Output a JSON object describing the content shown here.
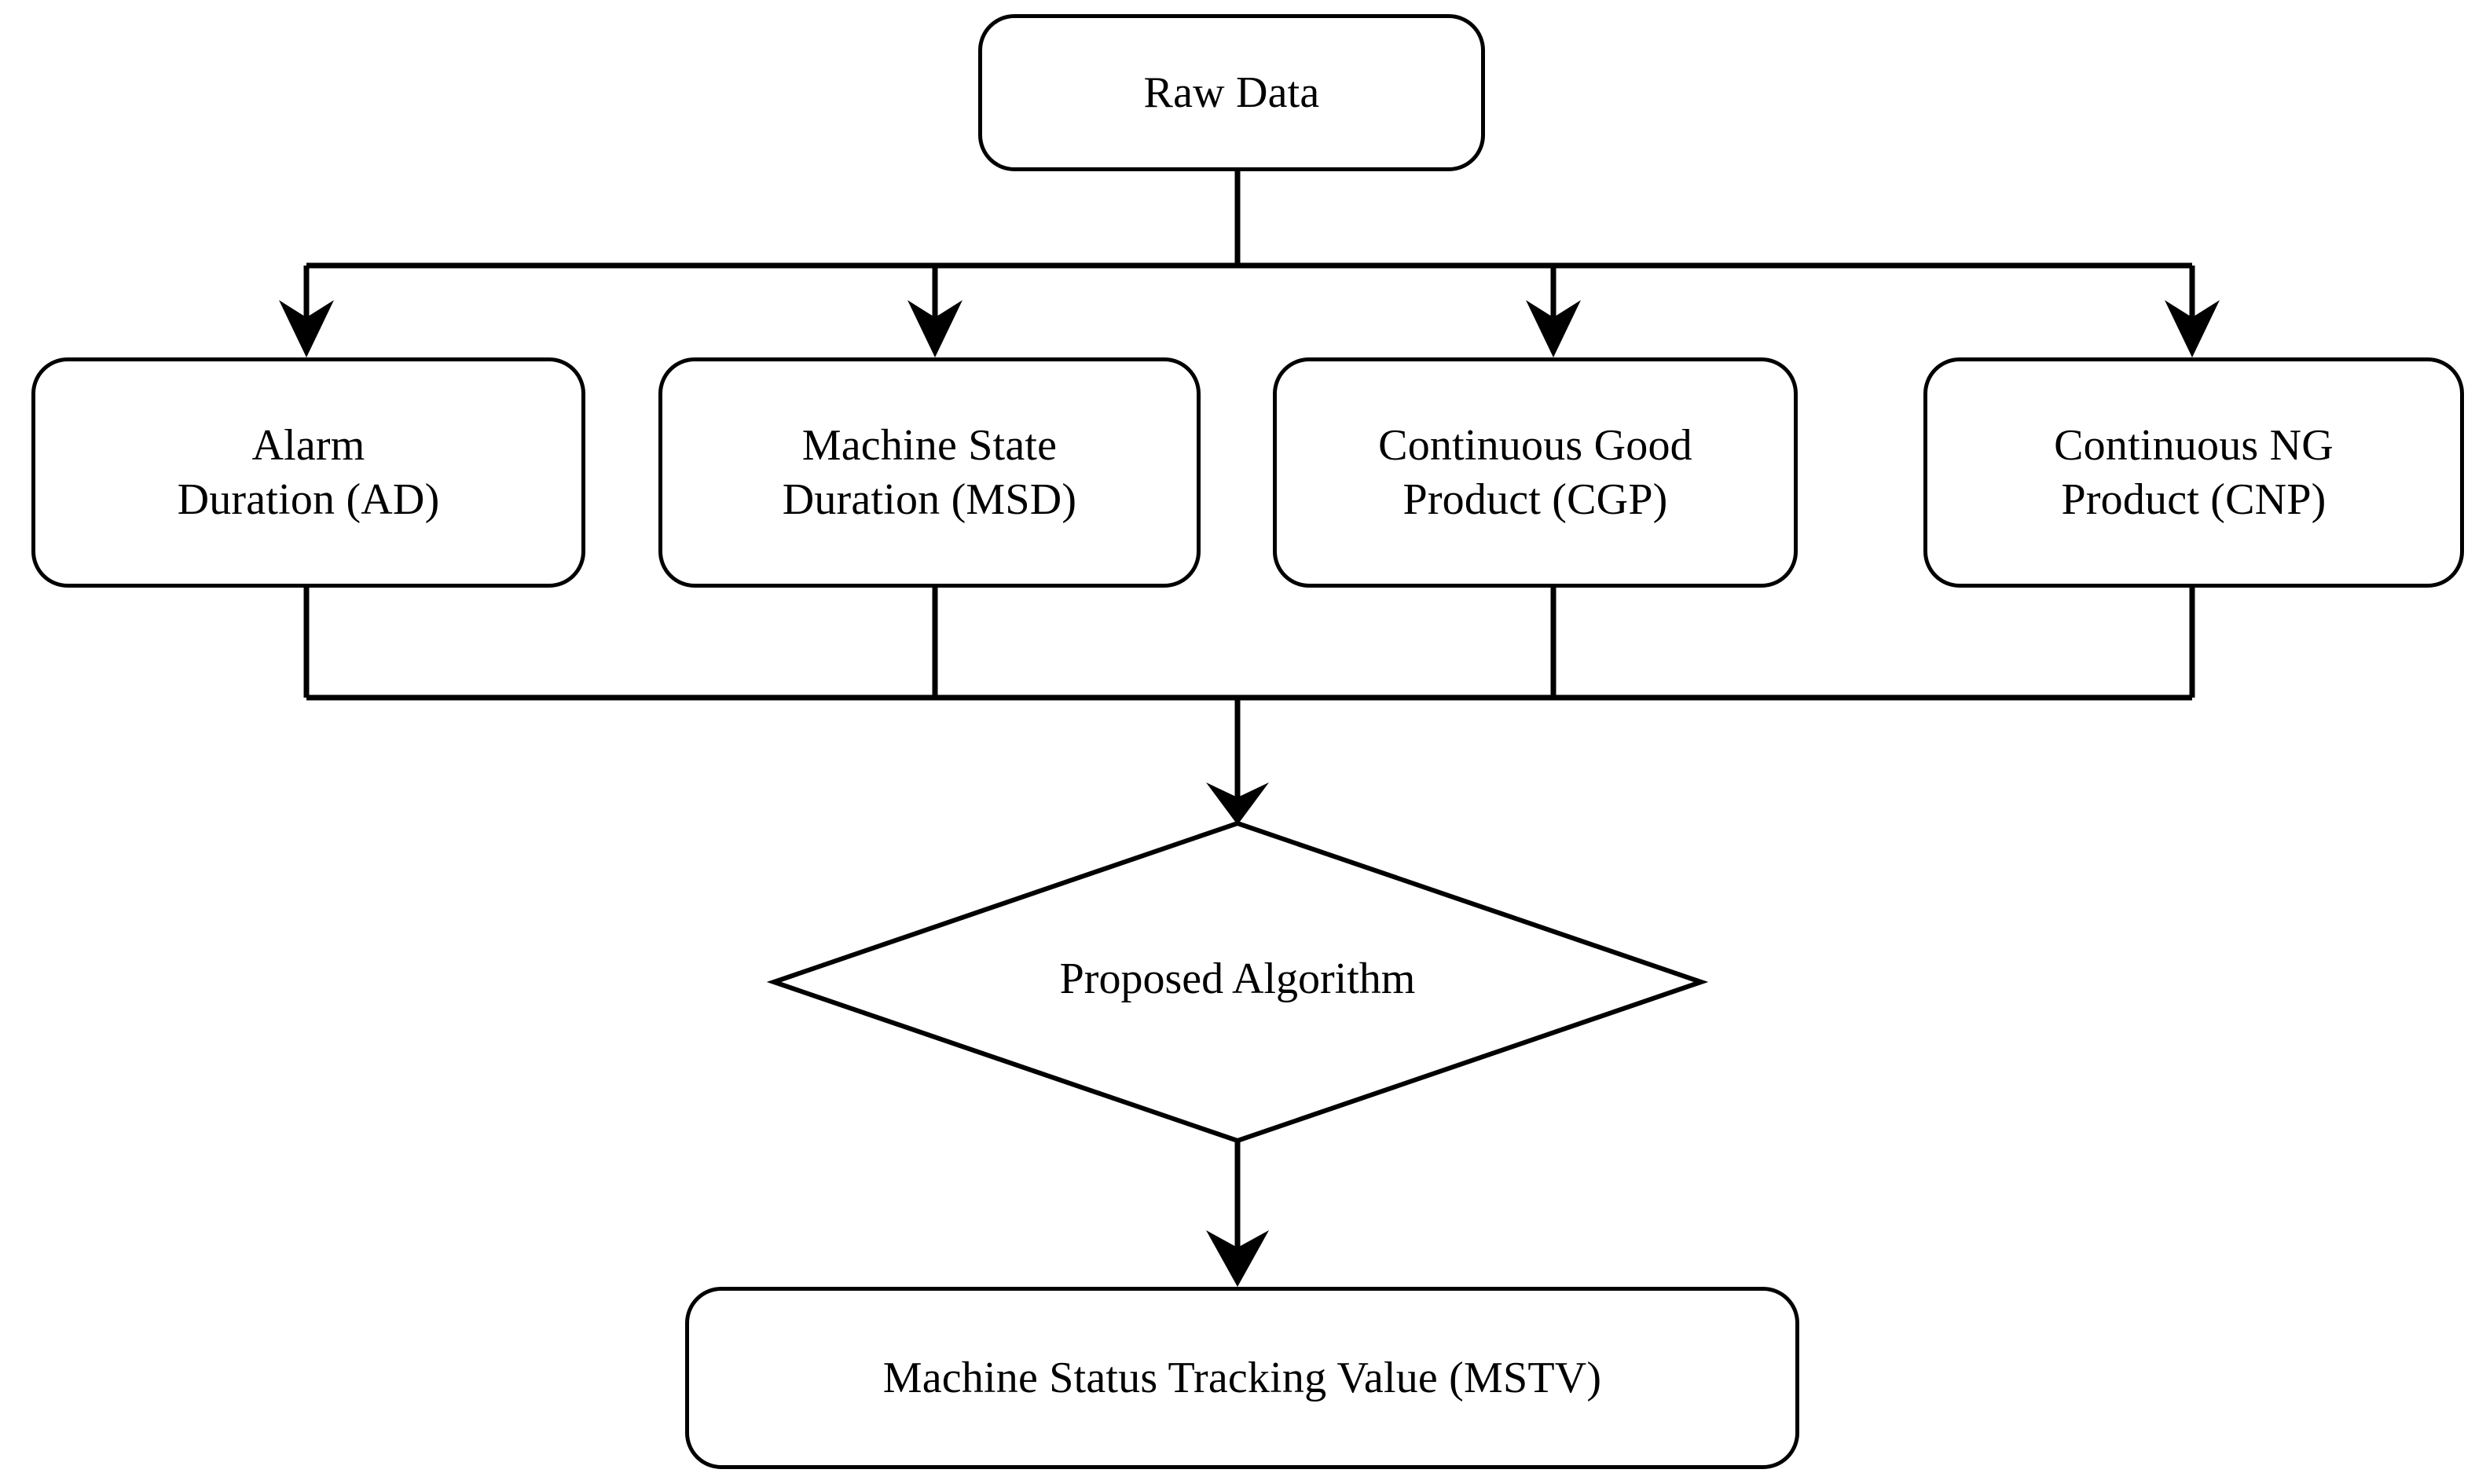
{
  "diagram": {
    "type": "flowchart",
    "title": "Machine Status Tracking Value computation flow",
    "background_color": "#ffffff",
    "stroke_color": "#000000",
    "text_color": "#000000"
  },
  "nodes": {
    "raw_data": {
      "label": "Raw Data",
      "shape": "rounded-rectangle"
    },
    "alarm_duration": {
      "label": "Alarm\nDuration (AD)",
      "shape": "rounded-rectangle"
    },
    "machine_state_duration": {
      "label": "Machine State\nDuration (MSD)",
      "shape": "rounded-rectangle"
    },
    "continuous_good_product": {
      "label": "Continuous Good\nProduct (CGP)",
      "shape": "rounded-rectangle"
    },
    "continuous_ng_product": {
      "label": "Continuous NG\nProduct (CNP)",
      "shape": "rounded-rectangle"
    },
    "proposed_algorithm": {
      "label": "Proposed Algorithm",
      "shape": "diamond"
    },
    "machine_status_tracking_value": {
      "label": "Machine Status Tracking Value (MSTV)",
      "shape": "rounded-rectangle"
    }
  },
  "edges": [
    {
      "id": "edge-raw-to-bus",
      "from": "raw_data",
      "to": "split-bus",
      "arrow": false
    },
    {
      "id": "edge-bus-to-ad",
      "from": "split-bus",
      "to": "alarm_duration",
      "arrow": true
    },
    {
      "id": "edge-bus-to-msd",
      "from": "split-bus",
      "to": "machine_state_duration",
      "arrow": true
    },
    {
      "id": "edge-bus-to-cgp",
      "from": "split-bus",
      "to": "continuous_good_product",
      "arrow": true
    },
    {
      "id": "edge-bus-to-cnp",
      "from": "split-bus",
      "to": "continuous_ng_product",
      "arrow": true
    },
    {
      "id": "edge-ad-to-merge",
      "from": "alarm_duration",
      "to": "merge-bus",
      "arrow": false
    },
    {
      "id": "edge-msd-to-merge",
      "from": "machine_state_duration",
      "to": "merge-bus",
      "arrow": false
    },
    {
      "id": "edge-cgp-to-merge",
      "from": "continuous_good_product",
      "to": "merge-bus",
      "arrow": false
    },
    {
      "id": "edge-cnp-to-merge",
      "from": "continuous_ng_product",
      "to": "merge-bus",
      "arrow": false
    },
    {
      "id": "edge-merge-to-algo",
      "from": "merge-bus",
      "to": "proposed_algorithm",
      "arrow": true
    },
    {
      "id": "edge-algo-to-mstv",
      "from": "proposed_algorithm",
      "to": "machine_status_tracking_value",
      "arrow": true
    }
  ]
}
